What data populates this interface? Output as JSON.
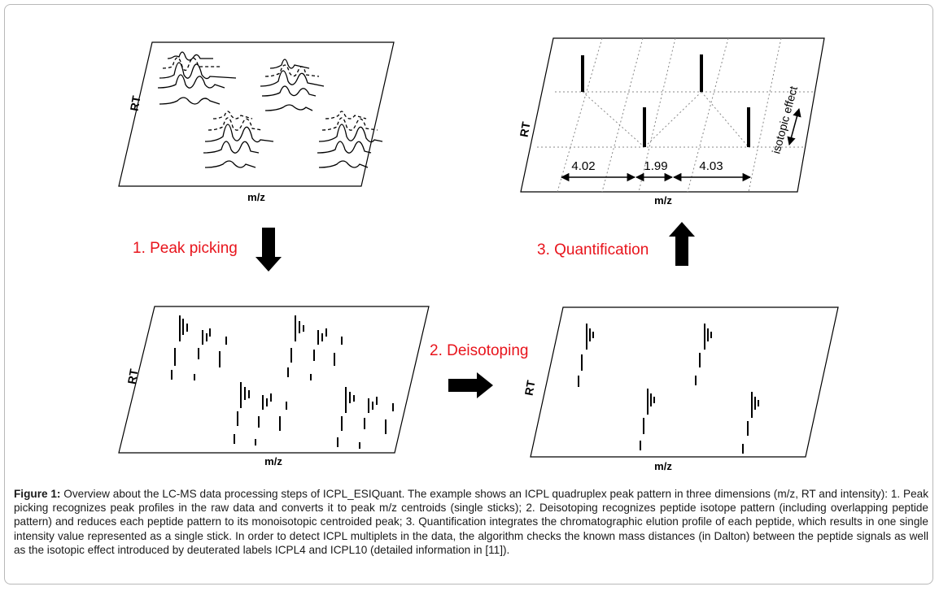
{
  "panels": {
    "raw": {
      "xlabel": "m/z",
      "ylabel": "RT"
    },
    "picked": {
      "xlabel": "m/z",
      "ylabel": "RT"
    },
    "deiso": {
      "xlabel": "m/z",
      "ylabel": "RT"
    },
    "quant": {
      "xlabel": "m/z",
      "ylabel": "RT",
      "isotopic_label": "isotopic effect",
      "distances": [
        "4.02",
        "1.99",
        "4.03"
      ]
    }
  },
  "steps": {
    "step1": "1. Peak picking",
    "step2": "2. Deisotoping",
    "step3": "3. Quantification"
  },
  "colors": {
    "step_text": "#e8141c",
    "ink": "#000000",
    "frame": "#b8b8b8"
  },
  "caption": {
    "label": "Figure 1:",
    "text": " Overview about the LC-MS data processing steps of ICPL_ESIQuant. The example shows an ICPL quadruplex peak pattern in three dimensions (m/z, RT and intensity): 1. Peak picking recognizes peak profiles in the raw data and converts it to peak m/z centroids (single sticks); 2. Deisotoping recognizes peptide isotope pattern (including overlapping peptide pattern) and reduces each peptide pattern to its monoisotopic centroided peak; 3. Quantification integrates the chromatographic elution profile of each peptide, which results in one single intensity value represented as a single stick. In order to detect ICPL multiplets in the data, the algorithm checks the known mass distances (in Dalton) between the peptide signals as well as the isotopic effect introduced by deuterated labels ICPL4 and ICPL10 (detailed information in [11])."
  }
}
